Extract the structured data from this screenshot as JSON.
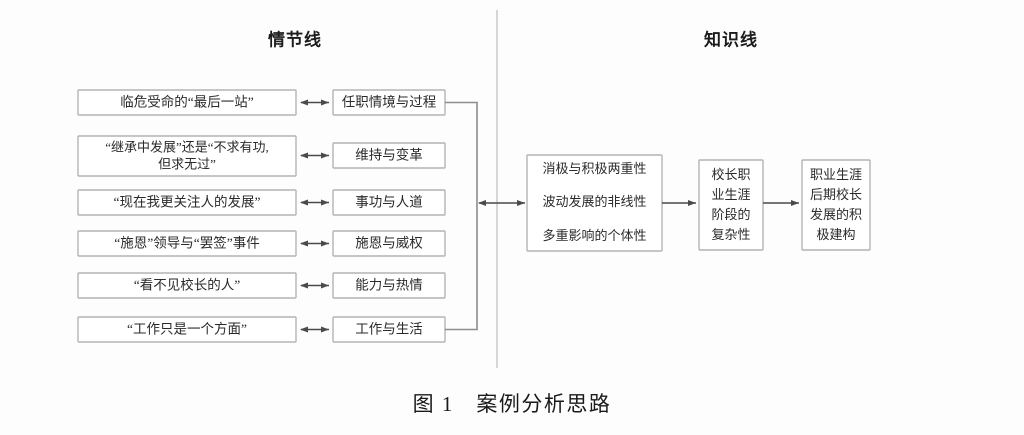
{
  "figure": {
    "caption": "图 1　案例分析思路",
    "lanes": {
      "left_heading": "情节线",
      "right_heading": "知识线"
    },
    "colors": {
      "box_border": "#b4b4b4",
      "connector": "#4a4a4a",
      "bracket": "#8d8d8d",
      "divider": "#c2c2c2",
      "text": "#2a2a2a",
      "background": "#fdfdfd"
    }
  },
  "story_line": {
    "events": [
      {
        "id": "event-1",
        "label": "临危受命的“最后一站”"
      },
      {
        "id": "event-2",
        "label_line1": "“继承中发展”还是“不求有功,",
        "label_line2": "但求无过”"
      },
      {
        "id": "event-3",
        "label": "“现在我更关注人的发展”"
      },
      {
        "id": "event-4",
        "label": "“施恩”领导与“罢签”事件"
      },
      {
        "id": "event-5",
        "label": "“看不见校长的人”"
      },
      {
        "id": "event-6",
        "label": "“工作只是一个方面”"
      }
    ],
    "themes": [
      {
        "id": "theme-1",
        "label": "任职情境与过程"
      },
      {
        "id": "theme-2",
        "label": "维持与变革"
      },
      {
        "id": "theme-3",
        "label": "事功与人道"
      },
      {
        "id": "theme-4",
        "label": "施恩与威权"
      },
      {
        "id": "theme-5",
        "label": "能力与热情"
      },
      {
        "id": "theme-6",
        "label": "工作与生活"
      }
    ]
  },
  "knowledge_line": {
    "traits_box": {
      "id": "traits-box",
      "lines": [
        "消极与积极两重性",
        "波动发展的非线性",
        "多重影响的个体性"
      ]
    },
    "stage_box": {
      "id": "stage-box",
      "lines": [
        "校长职",
        "业生涯",
        "阶段的",
        "复杂性"
      ]
    },
    "outcome_box": {
      "id": "outcome-box",
      "lines": [
        "职业生涯",
        "后期校长",
        "发展的积",
        "极建构"
      ]
    }
  }
}
